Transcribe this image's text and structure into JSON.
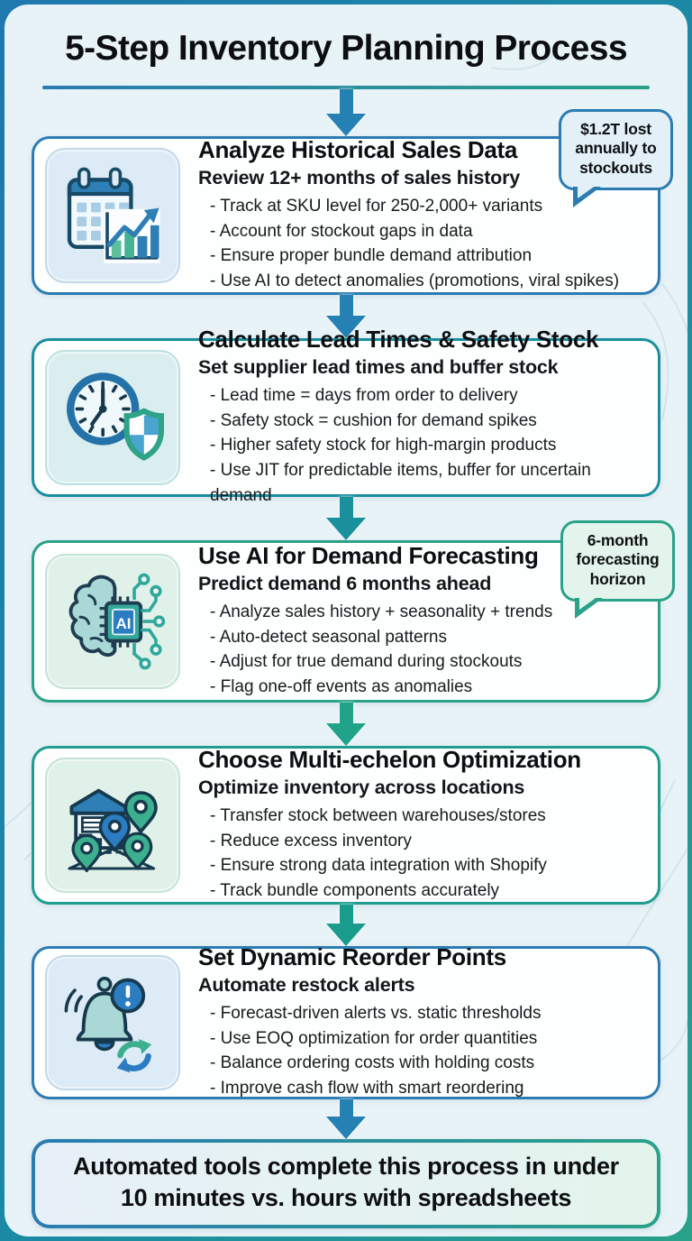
{
  "poster": {
    "title": "5-Step Inventory Planning Process",
    "footer": "Automated tools complete this process in under 10 minutes vs. hours with spreadsheets"
  },
  "callouts": {
    "stockouts": "$1.2T lost annually to stockouts",
    "forecast": "6-month forecasting horizon"
  },
  "steps": [
    {
      "title": "Analyze Historical Sales Data",
      "subtitle": "Review 12+ months of sales history",
      "icon": "calendar-chart-icon",
      "bullets": [
        "Track at SKU level for 250-2,000+ variants",
        "Account for stockout gaps in data",
        "Ensure proper bundle demand attribution",
        "Use AI to detect anomalies (promotions, viral spikes)"
      ]
    },
    {
      "title": "Calculate Lead Times & Safety Stock",
      "subtitle": "Set supplier lead times and buffer stock",
      "icon": "clock-shield-icon",
      "bullets": [
        "Lead time = days from order to delivery",
        "Safety stock = cushion for demand spikes",
        "Higher safety stock for high-margin products",
        "Use JIT for predictable items, buffer for uncertain demand"
      ]
    },
    {
      "title": "Use AI for Demand Forecasting",
      "subtitle": "Predict demand 6 months ahead",
      "icon": "brain-ai-chip-icon",
      "icon_label": "AI",
      "bullets": [
        "Analyze sales history + seasonality + trends",
        "Auto-detect seasonal patterns",
        "Adjust for true demand during stockouts",
        "Flag one-off events as anomalies"
      ]
    },
    {
      "title": "Choose Multi-echelon Optimization",
      "subtitle": "Optimize inventory across locations",
      "icon": "warehouse-pins-icon",
      "bullets": [
        "Transfer stock between warehouses/stores",
        "Reduce excess inventory",
        "Ensure strong data integration with Shopify",
        "Track bundle components accurately"
      ]
    },
    {
      "title": "Set Dynamic Reorder Points",
      "subtitle": "Automate restock alerts",
      "icon": "alert-bell-refresh-icon",
      "bullets": [
        "Forecast-driven alerts vs. static thresholds",
        "Use EOQ optimization for order quantities",
        "Balance ordering costs with holding costs",
        "Improve cash flow with smart reordering"
      ]
    }
  ],
  "colors": {
    "accent_blue": "#2b7cb2",
    "accent_teal": "#1a8f9e",
    "accent_green": "#2aa189",
    "poster_background": "#e8f3f7",
    "card_background": "#fdfefe"
  }
}
